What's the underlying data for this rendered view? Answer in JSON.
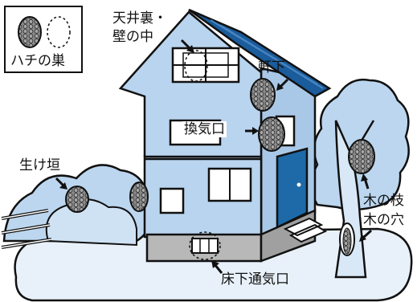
{
  "legend": {
    "label": "ハチの巣"
  },
  "labels": {
    "attic": "天井裏・",
    "attic2": "壁の中",
    "eaves": "軒下",
    "vent": "換気口",
    "hedge": "生け垣",
    "branch": "木の枝",
    "hollow": "木の穴",
    "underfloor": "床下通気口"
  },
  "colors": {
    "house": "#b9d4ee",
    "roof": "#1a5c9c",
    "door": "#1e6aa8",
    "foundation": "#b8b8b8",
    "ground": "#e8f1fa",
    "tree": "#bcd6ef",
    "nest": "#8a8a8a",
    "outline": "#111111"
  }
}
